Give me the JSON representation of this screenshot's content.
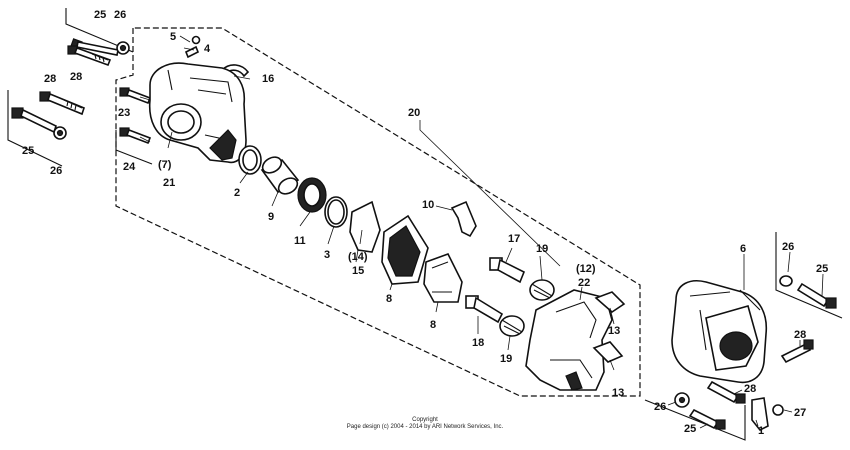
{
  "callouts": {
    "c25a": "25",
    "c26a": "26",
    "c28a": "28",
    "c5": "5",
    "c4": "4",
    "c16": "16",
    "c28b": "28",
    "c25b": "25",
    "c26b": "26",
    "c23": "23",
    "c24": "24",
    "c7": "(7)",
    "c21": "21",
    "c2": "2",
    "c9": "9",
    "c11": "11",
    "c3": "3",
    "c14": "(14)",
    "c15": "15",
    "c20": "20",
    "c10": "10",
    "c8a": "8",
    "c8b": "8",
    "c17": "17",
    "c19a": "19",
    "c12": "(12)",
    "c22": "22",
    "c13a": "13",
    "c18": "18",
    "c19b": "19",
    "c13b": "13",
    "c6": "6",
    "c26c": "26",
    "c25c": "25",
    "c28c": "28",
    "c28d": "28",
    "c26d": "26",
    "c27": "27",
    "c25d": "25",
    "c1": "1"
  },
  "copyright": {
    "line1": "Copyright",
    "line2": "Page design (c) 2004 - 2014 by ARI Network Services, Inc."
  }
}
